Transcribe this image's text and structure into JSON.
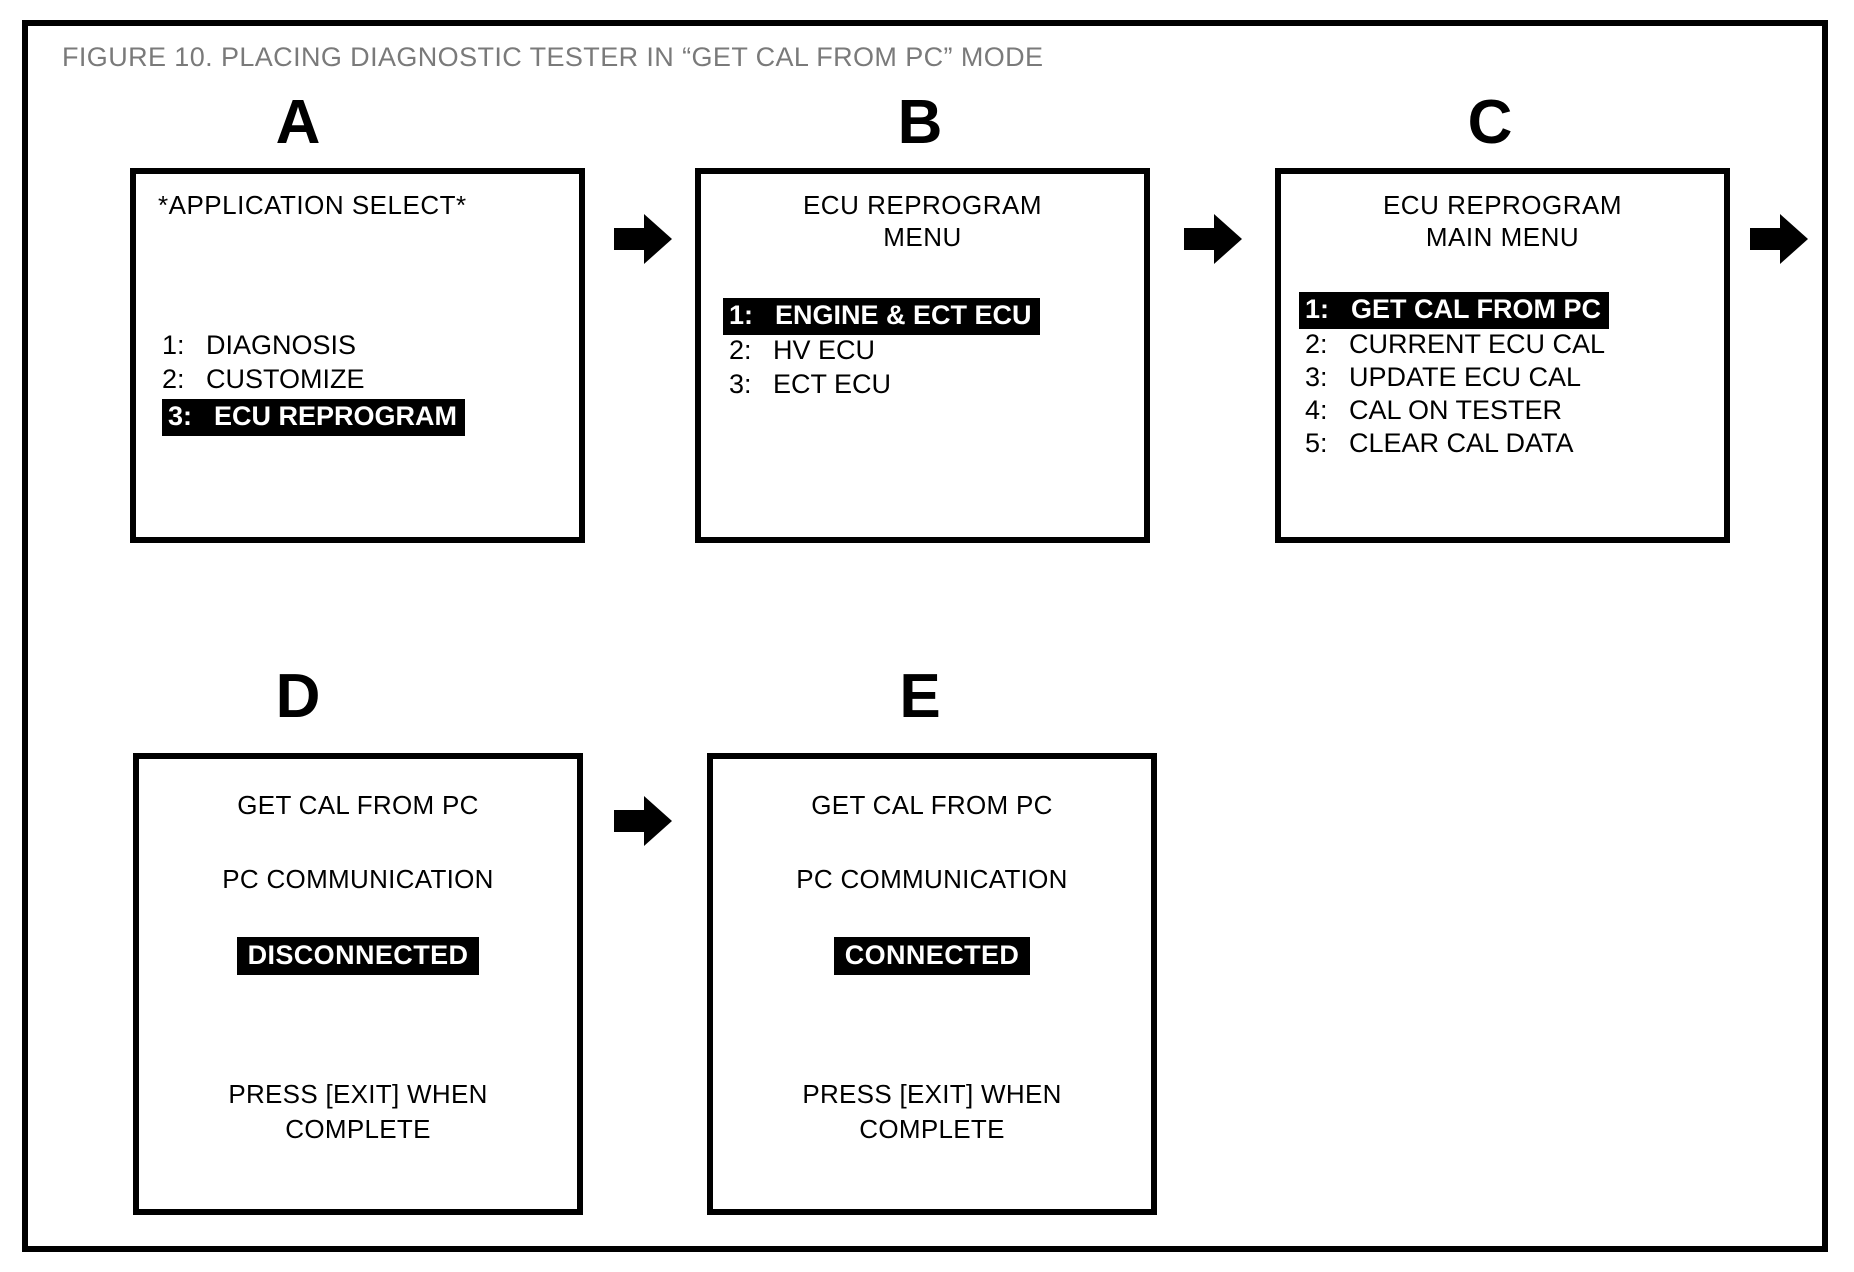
{
  "figure": {
    "caption": "FIGURE 10.  PLACING DIAGNOSTIC TESTER IN “GET CAL FROM PC” MODE",
    "caption_color": "#7a7a7a",
    "frame_color": "#000000",
    "background": "#ffffff",
    "highlight_bg": "#000000",
    "highlight_fg": "#ffffff"
  },
  "panels": {
    "a": {
      "letter": "A",
      "title": "*APPLICATION SELECT*",
      "items": [
        {
          "num": "1:",
          "label": "DIAGNOSIS",
          "selected": false
        },
        {
          "num": "2:",
          "label": "CUSTOMIZE",
          "selected": false
        },
        {
          "num": "3:",
          "label": "ECU REPROGRAM",
          "selected": true
        }
      ]
    },
    "b": {
      "letter": "B",
      "title_line1": "ECU REPROGRAM",
      "title_line2": "MENU",
      "items": [
        {
          "num": "1:",
          "label": "ENGINE & ECT ECU",
          "selected": true
        },
        {
          "num": "2:",
          "label": "HV ECU",
          "selected": false
        },
        {
          "num": "3:",
          "label": "ECT ECU",
          "selected": false
        }
      ]
    },
    "c": {
      "letter": "C",
      "title_line1": "ECU REPROGRAM",
      "title_line2": "MAIN MENU",
      "items": [
        {
          "num": "1:",
          "label": "GET CAL FROM PC",
          "selected": true
        },
        {
          "num": "2:",
          "label": "CURRENT ECU CAL",
          "selected": false
        },
        {
          "num": "3:",
          "label": "UPDATE ECU CAL",
          "selected": false
        },
        {
          "num": "4:",
          "label": "CAL ON TESTER",
          "selected": false
        },
        {
          "num": "5:",
          "label": "CLEAR CAL DATA",
          "selected": false
        }
      ]
    },
    "d": {
      "letter": "D",
      "line1": "GET CAL FROM PC",
      "line2": "PC COMMUNICATION",
      "status": "DISCONNECTED",
      "footer_line1": "PRESS [EXIT] WHEN",
      "footer_line2": "COMPLETE"
    },
    "e": {
      "letter": "E",
      "line1": "GET CAL FROM PC",
      "line2": "PC COMMUNICATION",
      "status": "CONNECTED",
      "footer_line1": "PRESS [EXIT] WHEN",
      "footer_line2": "COMPLETE"
    }
  },
  "arrows": {
    "a_to_b": "right-arrow-icon",
    "b_to_c": "right-arrow-icon",
    "c_to_next": "right-arrow-icon",
    "d_to_e": "right-arrow-icon"
  }
}
